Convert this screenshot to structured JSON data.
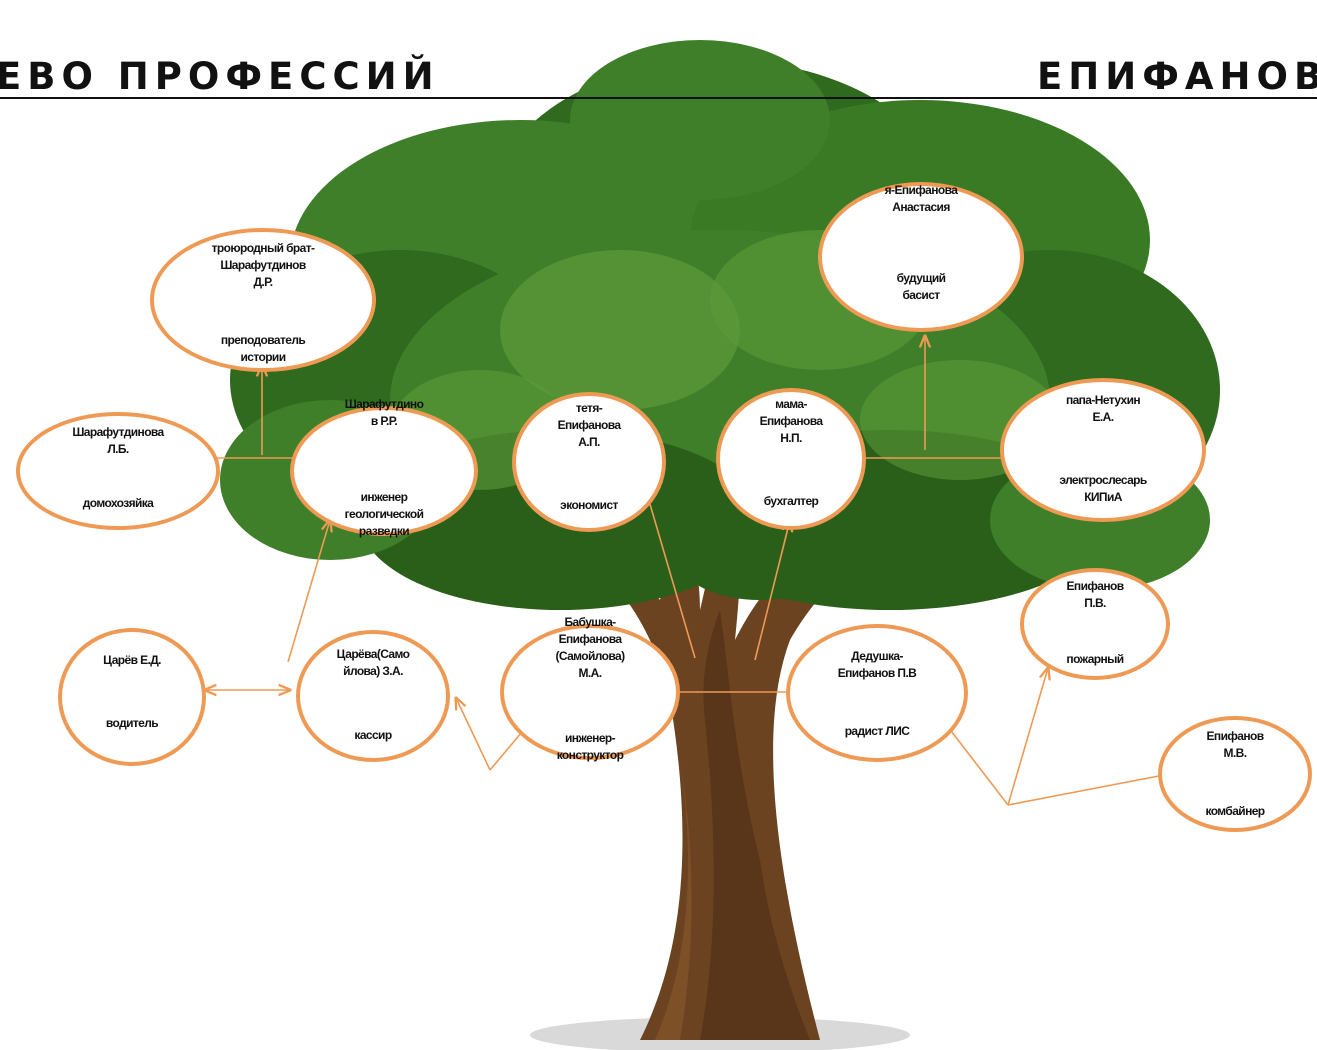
{
  "header": {
    "left": "ЕВО ПРОФЕССИЙ",
    "right": "ЕПИФАНОВО"
  },
  "colors": {
    "connector": "#ee9a55",
    "foliage_dark": "#2f6a1e",
    "foliage_mid": "#3f7f29",
    "foliage_light": "#5e9a3b",
    "trunk": "#6b4321",
    "trunk_dark": "#4a2c14"
  },
  "nodes": {
    "me": {
      "name": "я-Епифанова\nАнастасия",
      "profession": "будущий\nбасист"
    },
    "cousin": {
      "name": "троюродный брат-\nШарафутдинов\nД.Р.",
      "profession": "преподователь\nистории"
    },
    "sharafutdinova": {
      "name": "Шарафутдинова\nЛ.Б.",
      "profession": "домохозяйка"
    },
    "sharafutdinov": {
      "name": "Шарафутдино\nв Р.Р.",
      "profession": "инженер\nгеологической\nразведки"
    },
    "aunt": {
      "name": "тетя-\nЕпифанова\nА.П.",
      "profession": "экономист"
    },
    "mom": {
      "name": "мама-\nЕпифанова\nН.П.",
      "profession": "бухгалтер"
    },
    "dad": {
      "name": "папа-Нетухин\nЕ.А.",
      "profession": "электрослесарь\nКИПиА"
    },
    "tsarev": {
      "name": "Царёв Е.Д.",
      "profession": "водитель"
    },
    "tsareva": {
      "name": "Царёва(Само\nйлова) З.А.",
      "profession": "кассир"
    },
    "grandma": {
      "name": "Бабушка-\nЕпифанова\n(Самойлова)\nМ.А.",
      "profession": "инженер-\nконструктор"
    },
    "grandpa": {
      "name": "Дедушка-\nЕпифанов П.В",
      "profession": "радист ЛИС"
    },
    "epifanov_pv": {
      "name": "Епифанов\nП.В.",
      "profession": "пожарный"
    },
    "epifanov_mv": {
      "name": "Епифанов\nМ.В.",
      "profession": "комбайнер"
    }
  }
}
